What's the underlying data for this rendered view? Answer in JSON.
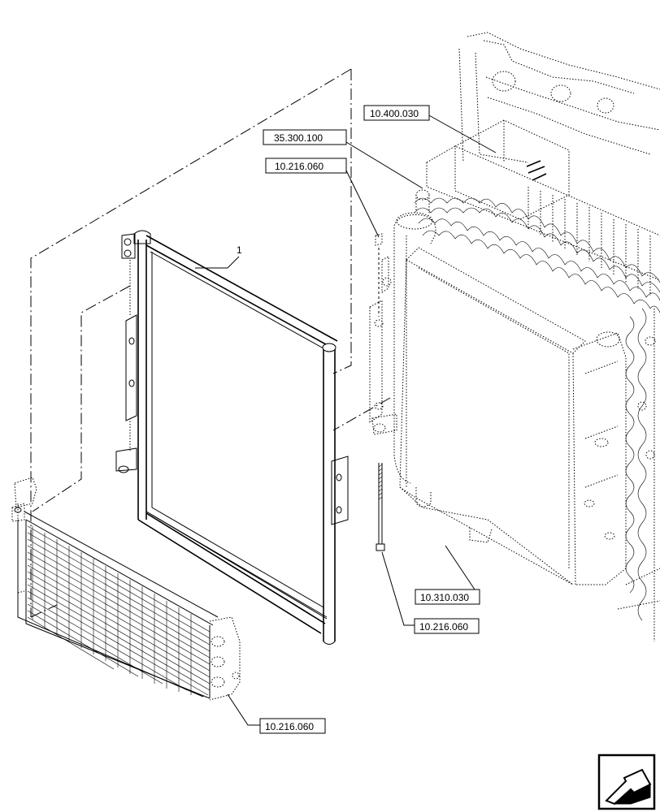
{
  "callouts": {
    "c1": "10.400.030",
    "c2": "35.300.100",
    "c3": "10.216.060",
    "c4": "10.310.030",
    "c5": "10.216.060",
    "c6": "10.216.060"
  },
  "item_number": "1",
  "nav_icon": "previous-page-arrow-icon"
}
